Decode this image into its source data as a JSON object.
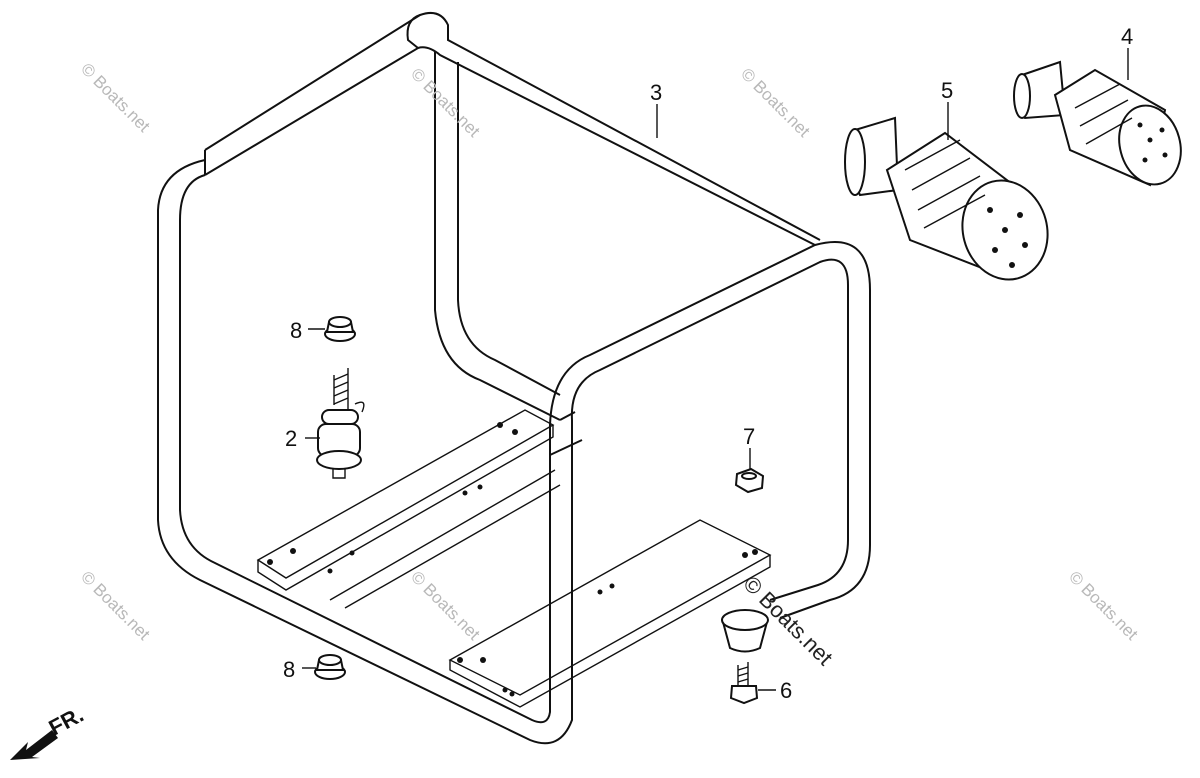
{
  "callouts": {
    "c1": "2",
    "c2": "3",
    "c3": "4",
    "c4": "5",
    "c5": "6",
    "c6": "7",
    "c7": "8",
    "c8": "8"
  },
  "direction_label": "FR.",
  "watermark": {
    "text": "© Boats.net",
    "visible_text": "© Boats.net"
  },
  "colors": {
    "line": "#111111",
    "background": "#ffffff",
    "watermark": "#b8b8b8"
  }
}
